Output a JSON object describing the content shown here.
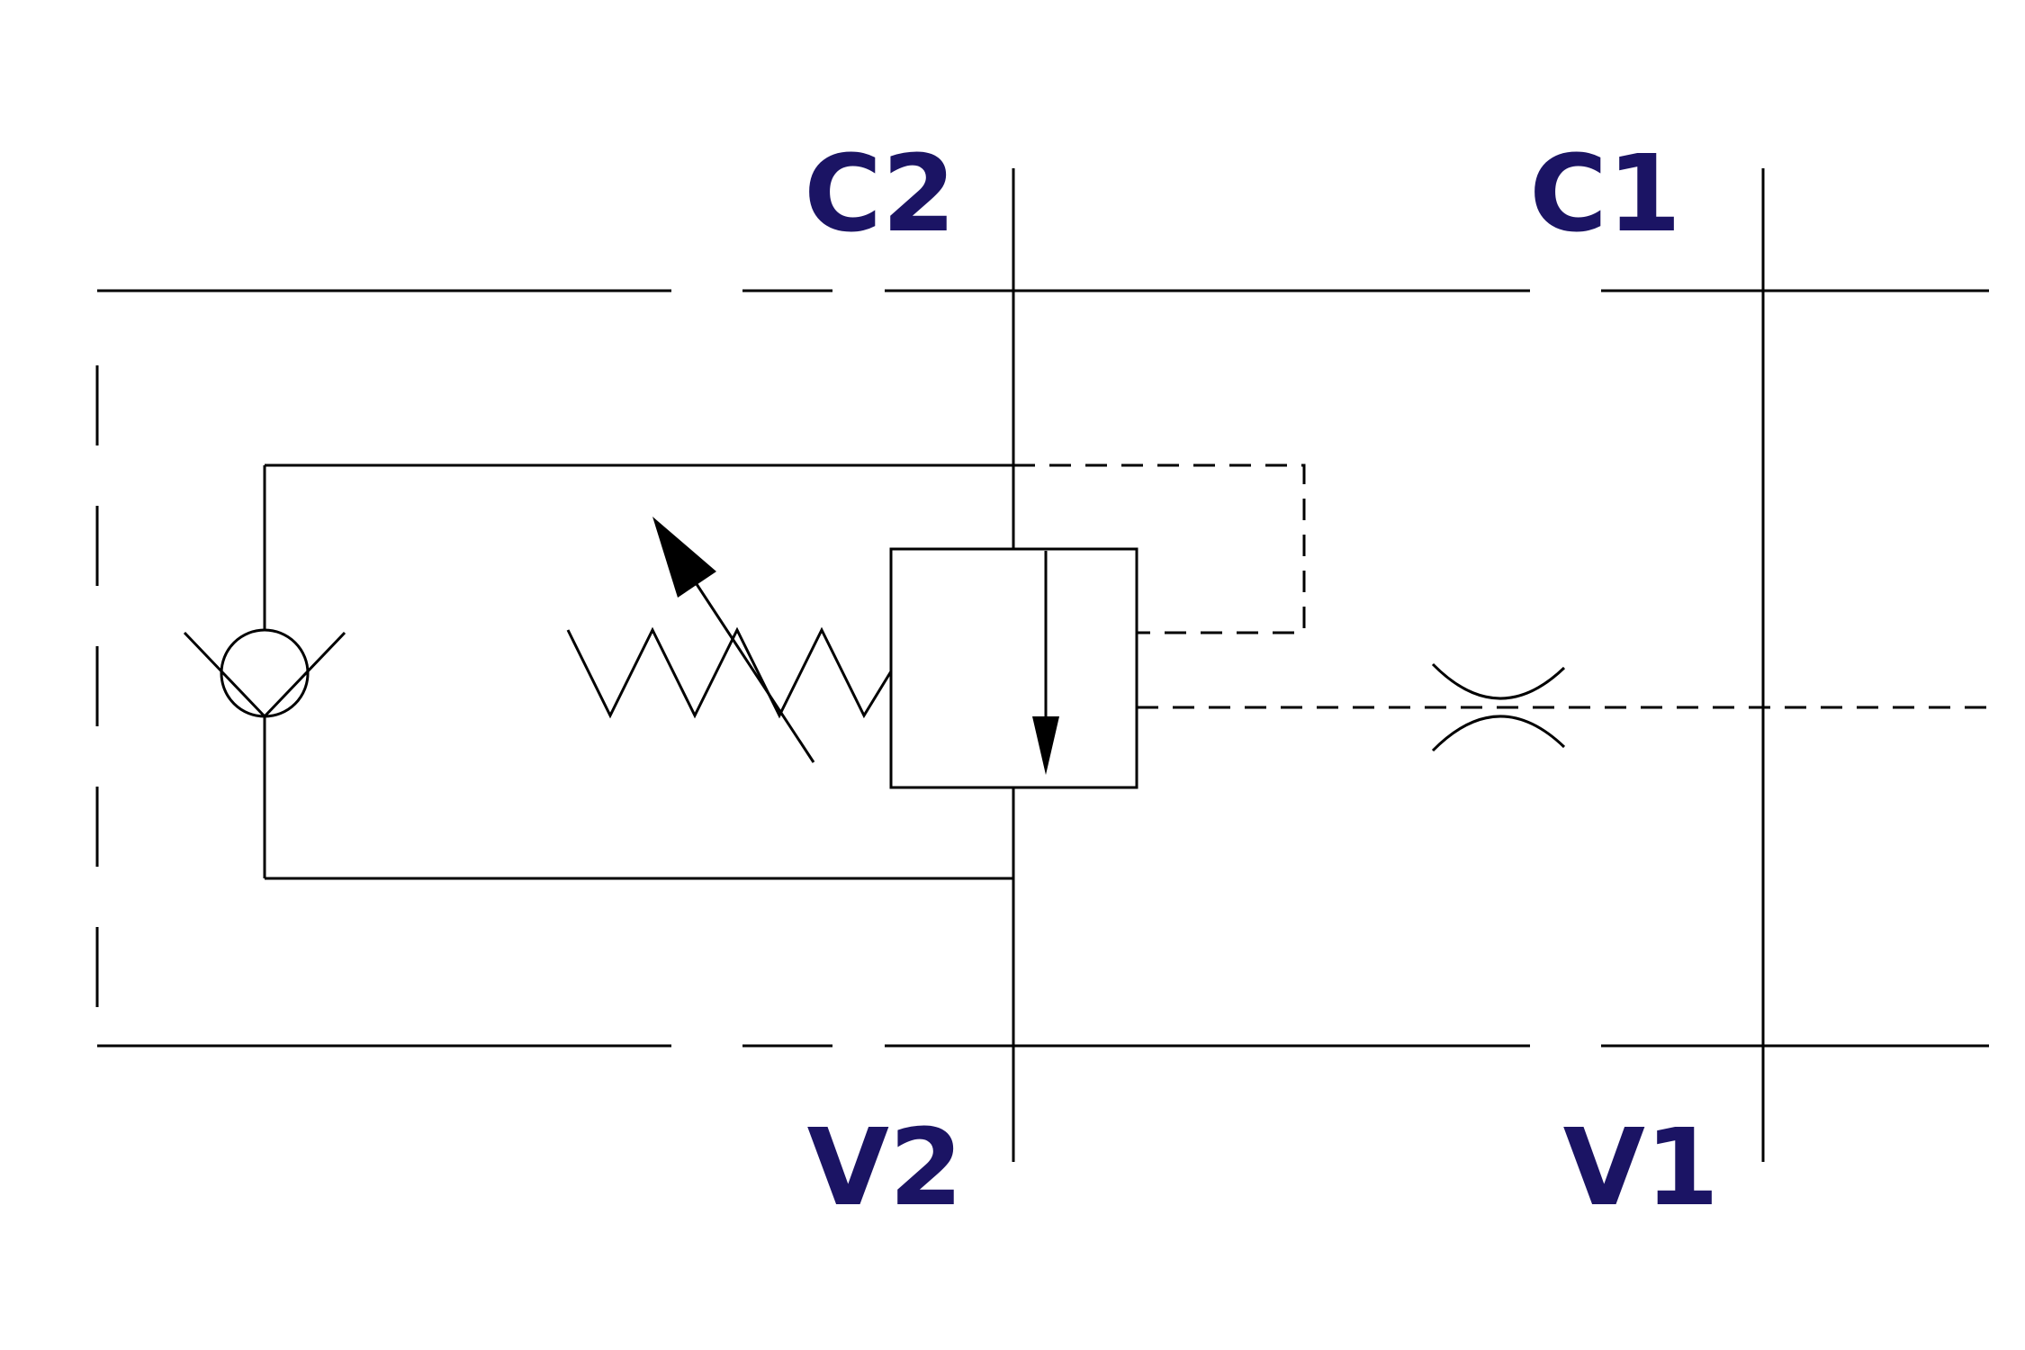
{
  "diagram": {
    "type": "hydraulic-schematic",
    "ports": {
      "c2": "C2",
      "c1": "C1",
      "v2": "V2",
      "v1": "V1"
    },
    "components": [
      "valve-body-boundary",
      "check-valve",
      "adjustable-spring",
      "relief-valve-with-flow-arrow",
      "pilot-line-upper",
      "pilot-line-lower",
      "fixed-orifice"
    ],
    "colors": {
      "line": "#000000",
      "label": "#1b1464",
      "background": "#ffffff"
    }
  }
}
